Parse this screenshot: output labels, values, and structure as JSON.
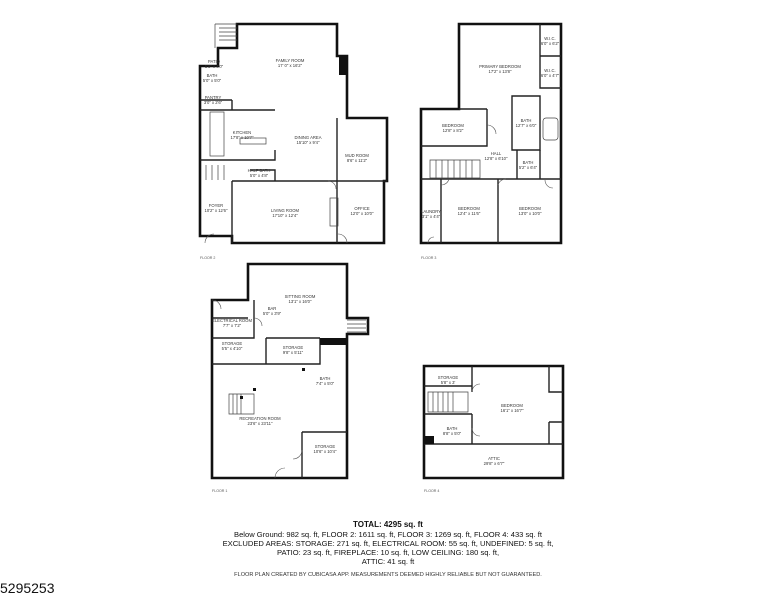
{
  "floors": [
    {
      "id": "floor2",
      "label": "FLOOR 2",
      "rooms": [
        {
          "key": "family",
          "name": "FAMILY ROOM",
          "dims": "17' 0\" x 16'2\""
        },
        {
          "key": "dining",
          "name": "DINING AREA",
          "dims": "15'10\" x 9'4\""
        },
        {
          "key": "kitchen",
          "name": "KITCHEN",
          "dims": "17'8\" x 10'7\""
        },
        {
          "key": "foyer",
          "name": "FOYER",
          "dims": "10'2\" x 12'6\""
        },
        {
          "key": "living",
          "name": "LIVING ROOM",
          "dims": "17'10\" x 12'4\""
        },
        {
          "key": "office",
          "name": "OFFICE",
          "dims": "12'0\" x 10'0\""
        },
        {
          "key": "mudroom",
          "name": "MUD ROOM",
          "dims": "8'6\" x 11'2\""
        },
        {
          "key": "bath",
          "name": "BATH",
          "dims": "5'0\" x 5'0\""
        },
        {
          "key": "halfbath",
          "name": "HALF BATH",
          "dims": "5'0\" x 4'8\""
        },
        {
          "key": "patio",
          "name": "PATIO",
          "dims": "5'8\" x 4'0\""
        },
        {
          "key": "pantry",
          "name": "PANTRY",
          "dims": "3'0\" x 2'6\""
        }
      ]
    },
    {
      "id": "floor3",
      "label": "FLOOR 3",
      "rooms": [
        {
          "key": "primary",
          "name": "PRIMARY BEDROOM",
          "dims": "17'2\" x 13'8\""
        },
        {
          "key": "bed1",
          "name": "BEDROOM",
          "dims": "12'8\" x 8'2\""
        },
        {
          "key": "hall",
          "name": "HALL",
          "dims": "12'8\" x 6'10\""
        },
        {
          "key": "bed2",
          "name": "BEDROOM",
          "dims": "12'4\" x 11'6\""
        },
        {
          "key": "bed3",
          "name": "BEDROOM",
          "dims": "13'0\" x 10'0\""
        },
        {
          "key": "wic",
          "name": "W.I.C.",
          "dims": "6'0\" x 6'2\""
        },
        {
          "key": "wic2",
          "name": "W.I.C.",
          "dims": "6'0\" x 4'7\""
        },
        {
          "key": "bath3",
          "name": "BATH",
          "dims": "12'7\" x 6'0\""
        },
        {
          "key": "laundry",
          "name": "LAUNDRY",
          "dims": "3'1\" x 4'4\""
        },
        {
          "key": "bath4",
          "name": "BATH",
          "dims": "5'2\" x 6'4\""
        }
      ]
    },
    {
      "id": "floor1",
      "label": "FLOOR 1",
      "rooms": [
        {
          "key": "sitting",
          "name": "SITTING ROOM",
          "dims": "13'1\" x 16'0\""
        },
        {
          "key": "bar",
          "name": "BAR",
          "dims": "5'0\" x 3'9\""
        },
        {
          "key": "electrical",
          "name": "ELECTRICAL ROOM",
          "dims": "7'7\" x 7'2\""
        },
        {
          "key": "storage1",
          "name": "STORAGE",
          "dims": "5'5\" x 4'10\""
        },
        {
          "key": "storage2",
          "name": "STORAGE",
          "dims": "9'8\" x 5'11\""
        },
        {
          "key": "recreation",
          "name": "RECREATION ROOM",
          "dims": "23'6\" x 23'11\""
        },
        {
          "key": "bath1",
          "name": "BATH",
          "dims": "7'4\" x 5'0\""
        },
        {
          "key": "storage3",
          "name": "STORAGE",
          "dims": "10'6\" x 10'4\""
        }
      ]
    },
    {
      "id": "floor4",
      "label": "FLOOR 4",
      "rooms": [
        {
          "key": "storage4",
          "name": "STORAGE",
          "dims": "5'8\" x 3'"
        },
        {
          "key": "bedroom4",
          "name": "BEDROOM",
          "dims": "16'1\" x 16'7\""
        },
        {
          "key": "bath5",
          "name": "BATH",
          "dims": "8'8\" x 5'0\""
        },
        {
          "key": "attic",
          "name": "ATTIC",
          "dims": "29'8\" x 6'7\""
        }
      ]
    }
  ],
  "summary": {
    "total": "TOTAL: 4295 sq. ft",
    "line1": "Below Ground: 982 sq. ft, FLOOR 2: 1611 sq. ft, FLOOR 3: 1269 sq. ft, FLOOR 4: 433 sq. ft",
    "line2": "EXCLUDED AREAS: STORAGE: 271 sq. ft, ELECTRICAL ROOM: 55 sq. ft, UNDEFINED: 5 sq. ft,",
    "line3": "PATIO: 23 sq. ft, FIREPLACE: 10 sq. ft, LOW CEILING: 180 sq. ft,",
    "line4": "ATTIC: 41 sq. ft",
    "disclaimer": "FLOOR PLAN CREATED BY CUBICASA APP. MEASUREMENTS DEEMED HIGHLY RELIABLE BUT NOT GUARANTEED."
  },
  "listing_id": "5295253"
}
